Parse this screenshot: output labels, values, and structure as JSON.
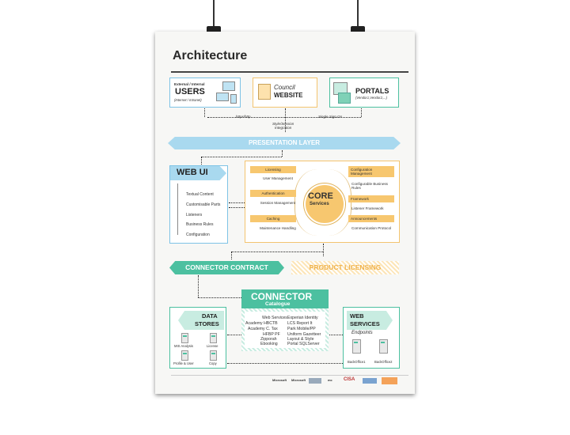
{
  "title": "Architecture",
  "users": {
    "line1": "External / Internal",
    "line2": "USERS",
    "line3": "(Internet / Intranet)"
  },
  "council": {
    "line1": "Council",
    "line2": "WEBSITE"
  },
  "portals": {
    "line1": "PORTALS",
    "line2": "(Vendor1,Vendor2,...)"
  },
  "conn": {
    "http": "https/http",
    "sso": "Single Sign On",
    "style1": "Style/Session",
    "style2": "Integration"
  },
  "presentation": "PRESENTATION LAYER",
  "webui": {
    "title": "WEB UI",
    "items": [
      "Textual Content",
      "Customisable Parts",
      "Listeners",
      "Business Rules",
      "Configuration"
    ]
  },
  "core": {
    "title1": "CORE",
    "title2": "Services",
    "left": [
      "Licensing",
      "User Management",
      "Authentication",
      "Session Management",
      "Caching",
      "Maintenance Handling"
    ],
    "right": [
      "Configuration Management",
      "Configurable Business Rules",
      "Framework",
      "Listener Framework",
      "Announcements",
      "Communication Protocol"
    ]
  },
  "connector_contract": "CONNECTOR CONTRACT",
  "product_licensing": "PRODUCT LICENSING",
  "connector": {
    "title": "CONNECTOR",
    "sub": "Catalogue",
    "col1": [
      "Web Services",
      "Academy HBCTB",
      "Academy C. Tax",
      "HFBP PF",
      "Zipporah",
      "Ebooking"
    ],
    "col2": [
      "Experian Identity",
      "LCS Report It",
      "Park Mobile/PP",
      "Uniform Gazetteer",
      "Layout & Style",
      "Portal SQLServer"
    ]
  },
  "data_stores": {
    "line1": "DATA",
    "line2": "STORES",
    "items": [
      "MIS Analysis",
      "License",
      "Profile & User",
      "Copy"
    ]
  },
  "web_services": {
    "line1": "WEB",
    "line2": "SERVICES",
    "sub": "Endpoints",
    "items": [
      "BackOffice1",
      "BackOffice2"
    ]
  },
  "logos": [
    "Microsoft",
    "Microsoft",
    "",
    "mc",
    "CISA",
    "",
    ""
  ],
  "colors": {
    "blue": "#a9d9ef",
    "orange": "#f7c76f",
    "teal": "#4cc0a0",
    "dark": "#2a2a2a"
  }
}
